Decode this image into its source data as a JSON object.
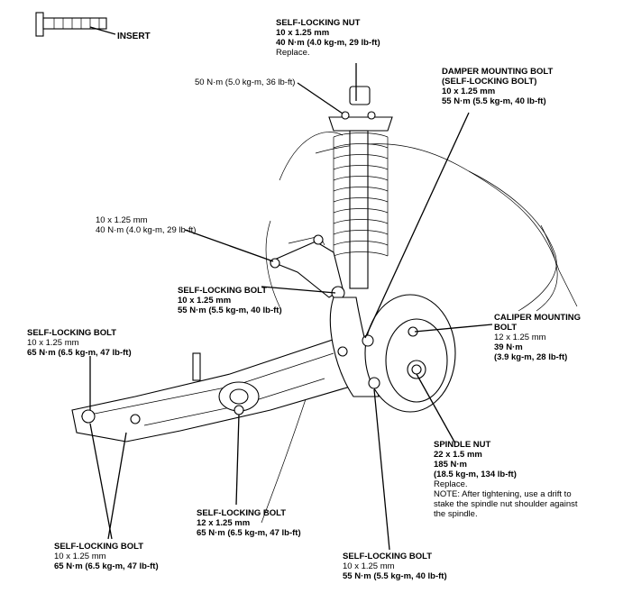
{
  "insert": {
    "label": "INSERT"
  },
  "callouts": {
    "top_nut": {
      "title": "SELF-LOCKING NUT",
      "l1": "10 x 1.25 mm",
      "l2": "40 N·m (4.0 kg-m, 29 lb-ft)",
      "l3": "Replace."
    },
    "nm50": {
      "l1": "50 N·m (5.0 kg-m, 36 lb-ft)"
    },
    "damper": {
      "title": "DAMPER MOUNTING BOLT",
      "title2": "(SELF-LOCKING BOLT)",
      "l1": "10 x 1.25 mm",
      "l2": "55 N·m (5.5 kg-m, 40 lb-ft)"
    },
    "upper_arm": {
      "l1": "10 x 1.25 mm",
      "l2": "40 N·m (4.0 kg-m, 29 lb-ft)"
    },
    "mid_bolt": {
      "title": "SELF-LOCKING BOLT",
      "l1": "10 x 1.25 mm",
      "l2": "55 N·m (5.5 kg-m, 40 lb-ft)"
    },
    "left_bolt": {
      "title": "SELF-LOCKING BOLT",
      "l1": "10 x 1.25 mm",
      "l2": "65 N·m (6.5 kg-m, 47 lb-ft)"
    },
    "caliper": {
      "title": "CALIPER MOUNTING",
      "title2": "BOLT",
      "l1": "12 x 1.25 mm",
      "l2": "39 N·m",
      "l3": "(3.9 kg-m, 28 lb-ft)"
    },
    "spindle": {
      "title": "SPINDLE NUT",
      "l1": "22 x 1.5 mm",
      "l2": "185 N·m",
      "l3": "(18.5 kg-m, 134 lb-ft)",
      "l4": "Replace.",
      "l5": "NOTE:  After tightening, use a drift to",
      "l6": "stake the spindle nut shoulder against",
      "l7": "the spindle."
    },
    "center_bolt": {
      "title": "SELF-LOCKING BOLT",
      "l1": "12 x 1.25 mm",
      "l2": "65 N·m (6.5 kg-m, 47 lb-ft)"
    },
    "bottom_left": {
      "title": "SELF-LOCKING BOLT",
      "l1": "10 x 1.25 mm",
      "l2": "65 N·m (6.5 kg-m, 47 lb-ft)"
    },
    "bottom_right": {
      "title": "SELF-LOCKING BOLT",
      "l1": "10 x 1.25 mm",
      "l2": "55 N·m (5.5 kg-m, 40 lb-ft)"
    }
  }
}
